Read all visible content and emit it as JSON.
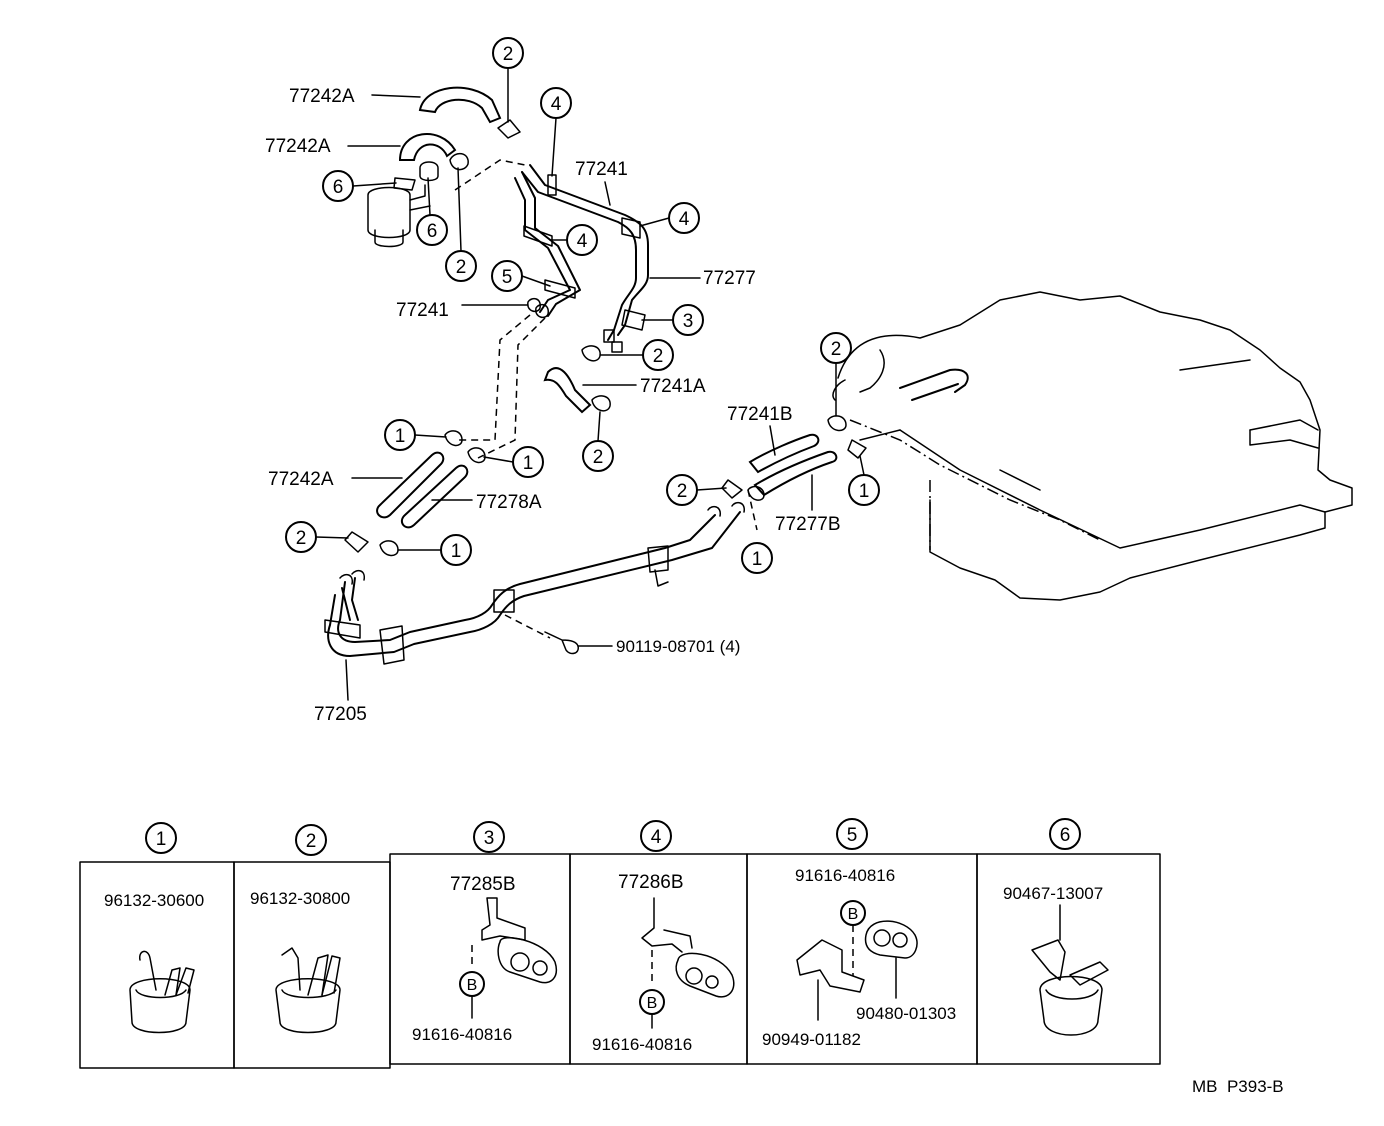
{
  "labels": {
    "l77242A_1": "77242A",
    "l77242A_2": "77242A",
    "l77241_1": "77241",
    "l77277": "77277",
    "l77241_2": "77241",
    "l77241A": "77241A",
    "l77241B": "77241B",
    "l77242A_3": "77242A",
    "l77278A": "77278A",
    "l77277B": "77277B",
    "l90119": "90119-08701 (4)",
    "l77205": "77205",
    "footer": "MB  P393-B"
  },
  "callouts": {
    "c2a": "2",
    "c4a": "4",
    "c6a": "6",
    "c6b": "6",
    "c4b": "4",
    "c4c": "4",
    "c2b": "2",
    "c5a": "5",
    "c3a": "3",
    "c2c": "2",
    "c2d": "2",
    "c1a": "1",
    "c1b": "1",
    "c2e": "2",
    "c1c": "1",
    "c2f": "2",
    "c2g": "2",
    "c1d": "1",
    "c1e": "1"
  },
  "table": {
    "headers": [
      "1",
      "2",
      "3",
      "4",
      "5",
      "6"
    ],
    "cells": [
      {
        "top": "96132-30600"
      },
      {
        "top": "96132-30800"
      },
      {
        "top": "77285B",
        "bottom": "91616-40816",
        "marker": "B"
      },
      {
        "top": "77286B",
        "bottom": "91616-40816",
        "marker": "B"
      },
      {
        "top": "91616-40816",
        "marker": "B",
        "right": "90480-01303",
        "bottom": "90949-01182"
      },
      {
        "top": "90467-13007"
      }
    ]
  }
}
